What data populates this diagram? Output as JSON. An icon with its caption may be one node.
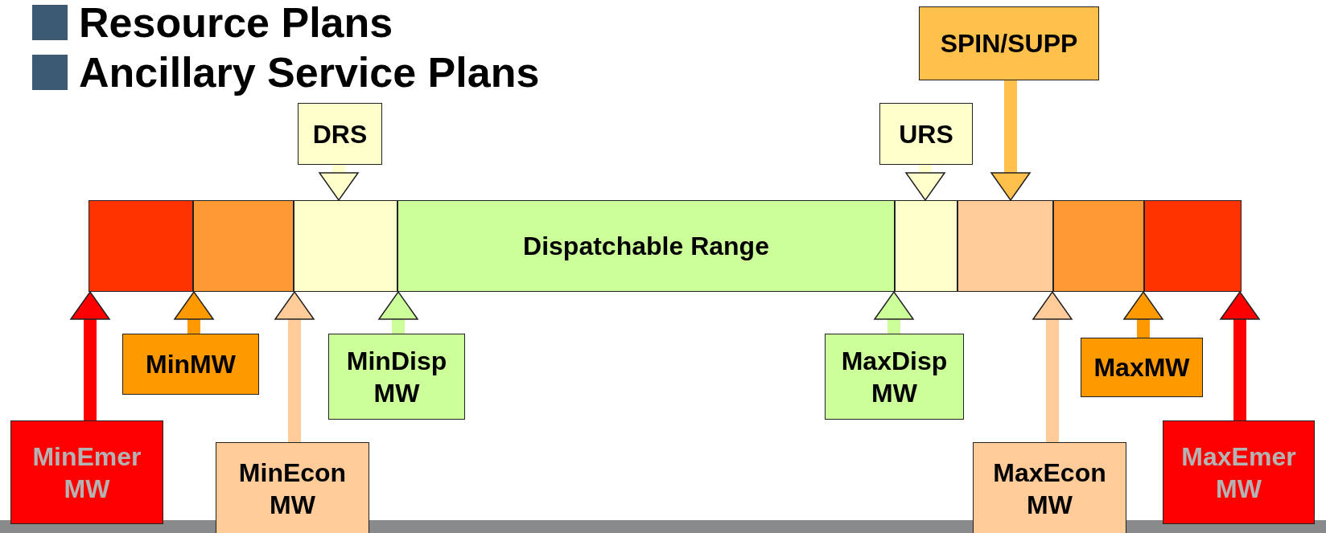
{
  "diagram": {
    "nodes": [
      {
        "text": [
          "DRS"
        ]
      },
      {
        "text": [
          "URS"
        ]
      },
      {
        "text": [
          "SPIN/SUPP"
        ]
      },
      {
        "text": [],
        "shape": "box"
      },
      {
        "text": [],
        "shape": "box"
      },
      {
        "text": [],
        "shape": "box"
      },
      {
        "text": [
          "Dispatchable Range"
        ]
      },
      {
        "text": [],
        "shape": "box"
      },
      {
        "text": [],
        "shape": "box"
      },
      {
        "text": [],
        "shape": "box"
      },
      {
        "text": [],
        "shape": "box"
      },
      {
        "text": [
          "MinEmer MW"
        ]
      },
      {
        "text": [
          "MinMW"
        ]
      },
      {
        "text": [
          "MinEcon MW"
        ]
      },
      {
        "text": [
          "MinDisp MW"
        ]
      },
      {
        "text": [
          "MaxDisp MW"
        ]
      },
      {
        "text": [
          "MaxEcon MW"
        ]
      },
      {
        "text": [
          "MaxMW"
        ]
      },
      {
        "text": [
          "MaxEmer MW"
        ]
      }
    ],
    "edges": [
      {
        "from": 0,
        "to": 5,
        "arrow": "to",
        "color": "#ffffcc"
      },
      {
        "from": 1,
        "to": 7,
        "arrow": "to",
        "color": "#ffffcc"
      },
      {
        "from": 2,
        "to": 8,
        "arrow": "to",
        "color": "#ffc04c"
      },
      {
        "from": 11,
        "to": 3,
        "arrow": "to",
        "color": "#ff0000"
      },
      {
        "from": 12,
        "to": 4,
        "arrow": "to",
        "color": "#ff9900"
      },
      {
        "from": 13,
        "to": 5,
        "arrow": "to",
        "color": "#ffcc99"
      },
      {
        "from": 14,
        "to": 6,
        "arrow": "to",
        "color": "#ccff99"
      },
      {
        "from": 15,
        "to": 6,
        "arrow": "to",
        "color": "#ccff99"
      },
      {
        "from": 16,
        "to": 8,
        "arrow": "to",
        "color": "#ffcc99"
      },
      {
        "from": 17,
        "to": 9,
        "arrow": "to",
        "color": "#ff9900"
      },
      {
        "from": 18,
        "to": 10,
        "arrow": "to",
        "color": "#ff0000"
      }
    ],
    "labels": [
      "Resource Plans",
      "Ancillary Service Plans"
    ]
  }
}
